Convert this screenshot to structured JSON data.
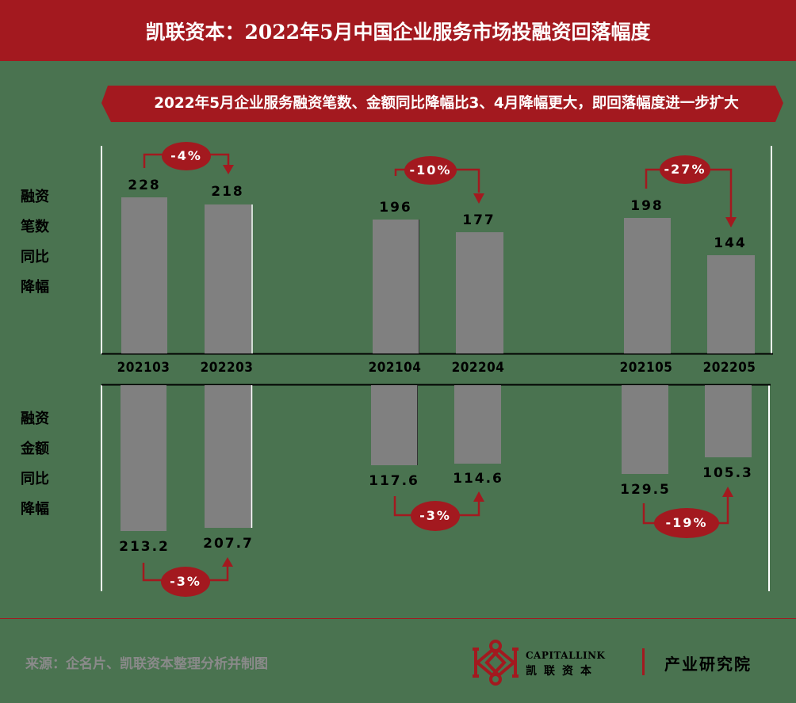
{
  "header": {
    "title": "凯联资本：2022年5月中国企业服务市场投融资回落幅度"
  },
  "subtitle": "2022年5月企业服务融资笔数、金额同比降幅比3、4月降幅更大，即回落幅度进一步扩大",
  "panels": {
    "top_label": [
      "融资",
      "笔数",
      "同比",
      "降幅"
    ],
    "bottom_label": [
      "融资",
      "金额",
      "同比",
      "降幅"
    ]
  },
  "categories": [
    "202103",
    "202203",
    "202104",
    "202204",
    "202105",
    "202205"
  ],
  "deal_counts": {
    "values": [
      "228",
      "218",
      "196",
      "177",
      "198",
      "144"
    ],
    "changes": [
      "-4%",
      "-10%",
      "-27%"
    ]
  },
  "deal_amounts": {
    "values": [
      "213.2",
      "207.7",
      "117.6",
      "114.6",
      "129.5",
      "105.3"
    ],
    "changes": [
      "-3%",
      "-3%",
      "-19%"
    ]
  },
  "footer": {
    "source": "来源：企名片、凯联资本整理分析并制图",
    "brand_en": "CAPITALLINK",
    "brand_cn": "凯联资本",
    "institute": "产业研究院"
  },
  "colors": {
    "background": "#4a7350",
    "accent": "#a3191f",
    "bar": "#808080",
    "text": "#000000"
  },
  "chart_data": {
    "type": "bar",
    "title": "凯联资本：2022年5月中国企业服务市场投融资回落幅度",
    "subtitle": "2022年5月企业服务融资笔数、金额同比降幅比3、4月降幅更大，即回落幅度进一步扩大",
    "categories": [
      "202103",
      "202203",
      "202104",
      "202204",
      "202105",
      "202205"
    ],
    "series": [
      {
        "name": "融资笔数",
        "values": [
          228,
          218,
          196,
          177,
          198,
          144
        ],
        "yoy_change": [
          "-4%",
          "-10%",
          "-27%"
        ],
        "direction": "up"
      },
      {
        "name": "融资金额",
        "values": [
          213.2,
          207.7,
          117.6,
          114.6,
          129.5,
          105.3
        ],
        "yoy_change": [
          "-3%",
          "-3%",
          "-19%"
        ],
        "direction": "down (mirrored)"
      }
    ],
    "xlabel": "",
    "ylabel_top": "融资笔数同比降幅",
    "ylabel_bottom": "融资金额同比降幅",
    "grid": false,
    "legend": "none",
    "source": "来源：企名片、凯联资本整理分析并制图"
  }
}
